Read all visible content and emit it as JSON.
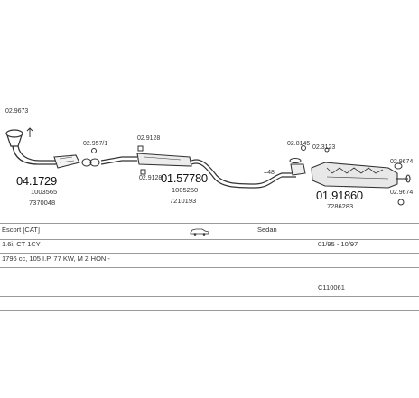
{
  "parts": {
    "p_0_9673": "02.9673",
    "p_04_1729": "04.1729",
    "p_1003565": "1003565",
    "p_7370048": "7370048",
    "p_0_2957": "02.957/1",
    "p_0_9128_top": "02.9128",
    "p_0_9128_low": "02.9128",
    "p_01_57780": "01.57780",
    "p_1005250": "1005250",
    "p_7210193": "7210193",
    "p_48": "=48",
    "p_0_8145": "02.8145",
    "p_0_3123": "02.3123",
    "p_01_91860": "01.91860",
    "p_7286283": "7286283",
    "p_0_9674": "02.9674",
    "p_0_9674b": "02.9674"
  },
  "table": {
    "model": "Escort [CAT]",
    "body": "Sedan",
    "engine": "1.6i, CT 1CY",
    "years": "01/95 - 10/97",
    "spec": "1796 cc, 105 I.P, 77 KW, M Z HON -",
    "code": "C110061"
  }
}
